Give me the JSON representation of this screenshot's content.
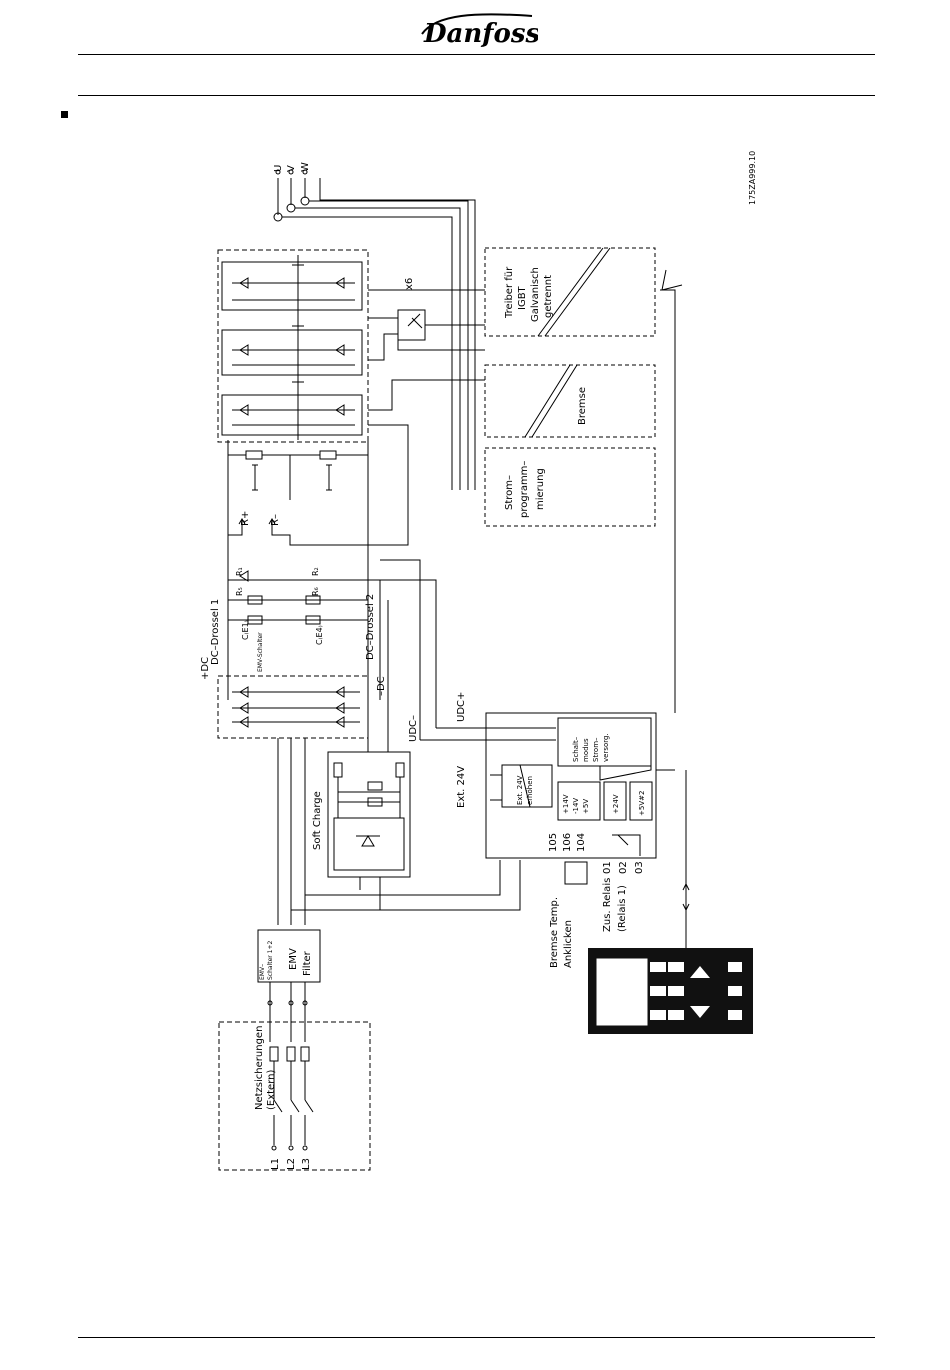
{
  "header": {
    "logo_text": "Danfoss"
  },
  "diagram": {
    "drawing_number": "175ZA999.10",
    "terminals": {
      "u": "U",
      "v": "V",
      "w": "W",
      "l1": "L1",
      "l2": "L2",
      "l3": "L3"
    },
    "labels": {
      "x6": "x6",
      "treiber_1": "Treiber für",
      "treiber_2": "IGBT",
      "treiber_3": "Galvanisch",
      "treiber_4": "getrennt",
      "bremse": "Bremse",
      "strom_1": "Strom–",
      "strom_2": "programm–",
      "strom_3": "mierung",
      "r_plus": "R+",
      "r_minus": "R–",
      "dc_drossel_1": "DC–Drossel 1",
      "dc_drossel_2": "DC–Drossel 2",
      "plus_dc": "+DC",
      "minus_dc": "–DC",
      "r1": "R₁",
      "r2": "R₂",
      "r5": "R₅",
      "r6": "R₆",
      "ce1": "C₍E1₎",
      "ce4": "C₍E4₎",
      "emv_schalter": "EMV-Schalter",
      "udc_minus": "UDC–",
      "udc_plus": "UDC+",
      "ext24": "Ext. 24V",
      "ext24_erhoehen_1": "Ext. 24V",
      "ext24_erhoehen_2": "erhöhen",
      "schalt_1": "Schalt–",
      "schalt_2": "modus",
      "schalt_3": "Strom–",
      "schalt_4": "versorg.",
      "psu_1": "+14V",
      "psu_2": "-14V",
      "psu_3": "+5V",
      "plus24": "+24V",
      "plus5": "+5V#2",
      "soft_charge": "Soft Charge",
      "t105": "105",
      "t106": "106",
      "t104": "104",
      "r01": "01",
      "r02": "02",
      "r03": "03",
      "zus_relais_1": "Zus. Relais",
      "zus_relais_2": "(Relais 1)",
      "bremse_temp_1": "Bremse Temp.",
      "bremse_temp_2": "Anklicken",
      "emv_filter_1": "EMV",
      "emv_filter_2": "Filter",
      "emv_sw_1": "EMV–",
      "emv_sw_2": "Schalter 1+2",
      "netzsich_1": "Netzsicherungen",
      "netzsich_2": "(Extern)"
    }
  }
}
